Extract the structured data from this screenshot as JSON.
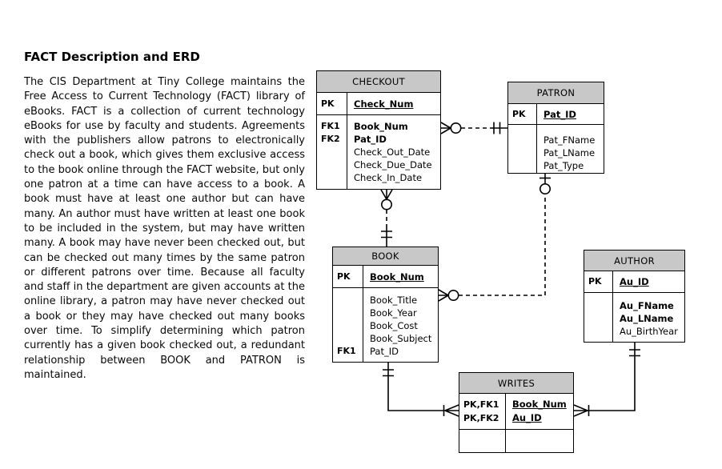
{
  "description": {
    "title": "FACT Description and ERD",
    "body": "The CIS Department at Tiny College maintains the Free Access to Current Technology (FACT) library of eBooks.  FACT is a collection of current technology eBooks for use by faculty and students.  Agreements with the publishers allow patrons to electronically check out a book, which gives them exclusive access to the book online through the FACT website, but only one patron at a time can have access to a book.  A book must have at least one author but can have many.  An author must have written at least one book to be included in the system, but may have written many.  A book may have never been checked out, but can be checked out many times by the same patron or different patrons over time.  Because all faculty and staff in the department are given accounts at the online library, a patron may have never checked out a book or they may have checked out many books over time.  To simplify determining which patron currently has a given book checked out, a redundant relationship between BOOK and PATRON is maintained."
  },
  "erd": {
    "colors": {
      "header_bg": "#c8c8c8",
      "border": "#000000"
    },
    "entities": {
      "checkout": {
        "name": "CHECKOUT",
        "pk_rows": [
          {
            "key": "PK",
            "attr": "Check_Num"
          }
        ],
        "body_rows": [
          {
            "key": "FK1",
            "attr": "Book_Num"
          },
          {
            "key": "FK2",
            "attr": "Pat_ID"
          },
          {
            "key": "",
            "attr": "Check_Out_Date"
          },
          {
            "key": "",
            "attr": "Check_Due_Date"
          },
          {
            "key": "",
            "attr": "Check_In_Date"
          }
        ]
      },
      "patron": {
        "name": "PATRON",
        "pk_rows": [
          {
            "key": "PK",
            "attr": "Pat_ID"
          }
        ],
        "body_rows": [
          {
            "key": "",
            "attr": "Pat_FName"
          },
          {
            "key": "",
            "attr": "Pat_LName"
          },
          {
            "key": "",
            "attr": "Pat_Type"
          }
        ]
      },
      "book": {
        "name": "BOOK",
        "pk_rows": [
          {
            "key": "PK",
            "attr": "Book_Num"
          }
        ],
        "body_rows": [
          {
            "key": "",
            "attr": "Book_Title"
          },
          {
            "key": "",
            "attr": "Book_Year"
          },
          {
            "key": "",
            "attr": "Book_Cost"
          },
          {
            "key": "",
            "attr": "Book_Subject"
          },
          {
            "key": "FK1",
            "attr": "Pat_ID"
          }
        ]
      },
      "author": {
        "name": "AUTHOR",
        "pk_rows": [
          {
            "key": "PK",
            "attr": "Au_ID"
          }
        ],
        "body_rows": [
          {
            "key": "",
            "attr": "Au_FName"
          },
          {
            "key": "",
            "attr": "Au_LName"
          },
          {
            "key": "",
            "attr": "Au_BirthYear"
          }
        ]
      },
      "writes": {
        "name": "WRITES",
        "pk_rows": [
          {
            "key": "PK,FK1",
            "attr": "Book_Num"
          },
          {
            "key": "PK,FK2",
            "attr": "Au_ID"
          }
        ],
        "body_rows": []
      }
    },
    "relationships": [
      {
        "from": "PATRON",
        "to": "CHECKOUT",
        "line": "dashed",
        "from_symbol": "one-and-only-one",
        "to_symbol": "zero-or-many"
      },
      {
        "from": "BOOK",
        "to": "CHECKOUT",
        "line": "dashed",
        "from_symbol": "one-and-only-one",
        "to_symbol": "zero-or-many"
      },
      {
        "from": "PATRON",
        "to": "BOOK",
        "line": "dashed",
        "from_symbol": "zero-or-one",
        "to_symbol": "zero-or-many"
      },
      {
        "from": "BOOK",
        "to": "WRITES",
        "line": "solid",
        "from_symbol": "one-and-only-one",
        "to_symbol": "one-or-many"
      },
      {
        "from": "AUTHOR",
        "to": "WRITES",
        "line": "solid",
        "from_symbol": "one-and-only-one",
        "to_symbol": "one-or-many"
      }
    ]
  }
}
